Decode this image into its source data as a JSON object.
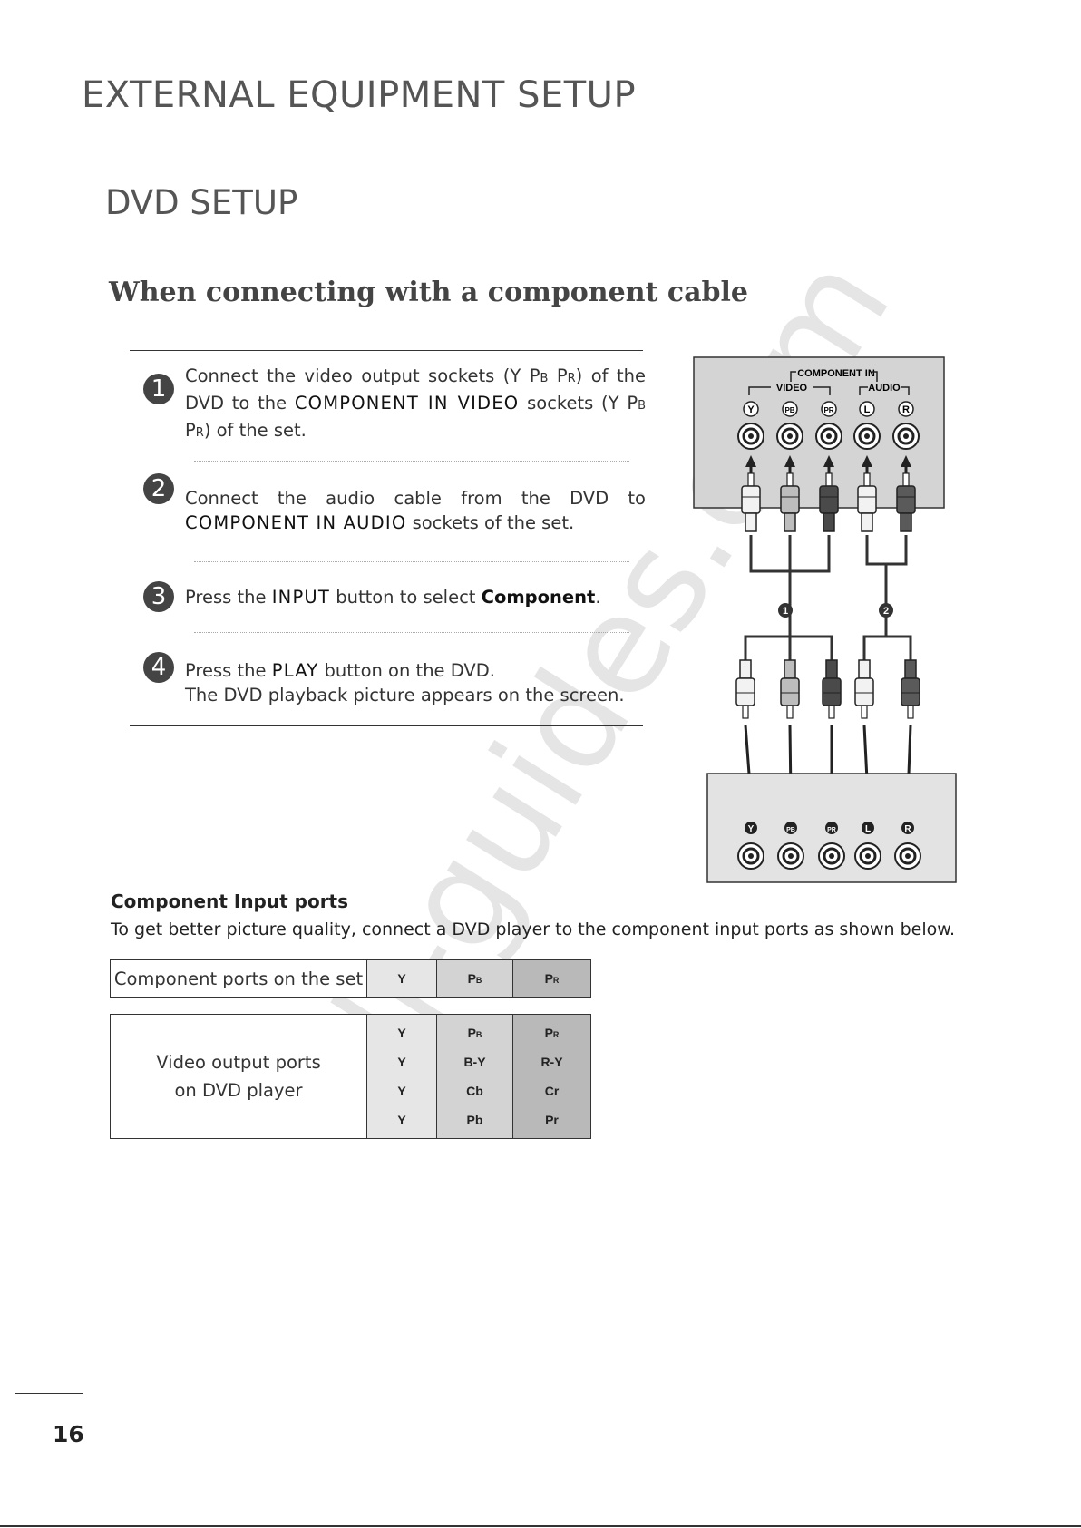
{
  "page": {
    "title": "EXTERNAL EQUIPMENT SETUP",
    "section": "DVD SETUP",
    "subsection": "When connecting with a component cable",
    "page_number": "16",
    "watermark": "all-guides.com"
  },
  "steps": [
    {
      "number": "1",
      "pre": "Connect the video output sockets (Y P",
      "sub1": "B",
      "mid1": " P",
      "sub2": "R",
      "mid2": ") of the DVD to the ",
      "bold": "COMPONENT IN VIDEO",
      "mid3": " sockets (Y P",
      "sub3": "B",
      "mid4": " P",
      "sub4": "R",
      "post": ") of the set."
    },
    {
      "number": "2",
      "pre": "Connect the audio cable from the DVD to ",
      "bold": "COMPONENT IN AUDIO",
      "post": " sockets of the set."
    },
    {
      "number": "3",
      "pre": "Press the ",
      "bold": "INPUT",
      "mid": " button to select ",
      "strong": "Component",
      "post": "."
    },
    {
      "number": "4",
      "pre": "Press the ",
      "bold": "PLAY",
      "post": " button on the DVD.",
      "line2": "The DVD playback picture appears on the screen."
    }
  ],
  "diagram": {
    "panel_title": "COMPONENT IN",
    "video_label": "VIDEO",
    "audio_label": "AUDIO",
    "tv_jacks": [
      {
        "label": "Y",
        "color": "#ffffff"
      },
      {
        "label": "PB",
        "color": "#ffffff"
      },
      {
        "label": "PR",
        "color": "#ffffff"
      },
      {
        "label": "L",
        "color": "#ffffff"
      },
      {
        "label": "R",
        "color": "#ffffff"
      }
    ],
    "dvd_jacks": [
      "Y",
      "PB",
      "PR",
      "L",
      "R"
    ],
    "plug_colors": [
      "#f2f2f2",
      "#bdbdbd",
      "#4a4a4a",
      "#f2f2f2",
      "#5a5a5a"
    ],
    "cable_markers": [
      "1",
      "2"
    ]
  },
  "component_ports": {
    "heading": "Component Input ports",
    "description": "To get better picture quality, connect a DVD player to the component input ports as shown below.",
    "set_label": "Component ports on the set",
    "set_row": {
      "y": "Y",
      "pb": "P",
      "pb_sub": "B",
      "pr": "P",
      "pr_sub": "R"
    },
    "dvd_label_line1": "Video output ports",
    "dvd_label_line2": "on DVD player",
    "dvd_rows": [
      {
        "y": "Y",
        "pb": "P",
        "pb_sub": "B",
        "pr": "P",
        "pr_sub": "R"
      },
      {
        "y": "Y",
        "pb": "B-Y",
        "pb_sub": "",
        "pr": "R-Y",
        "pr_sub": ""
      },
      {
        "y": "Y",
        "pb": "Cb",
        "pb_sub": "",
        "pr": "Cr",
        "pr_sub": ""
      },
      {
        "y": "Y",
        "pb": "Pb",
        "pb_sub": "",
        "pr": "Pr",
        "pr_sub": ""
      }
    ]
  }
}
